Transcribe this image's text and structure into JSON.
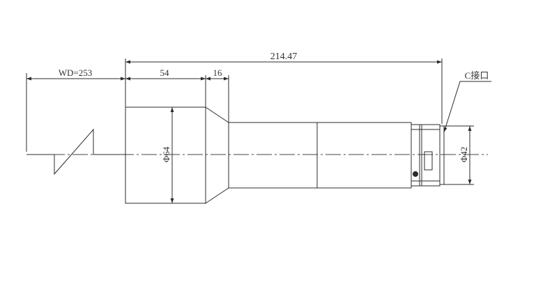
{
  "drawing": {
    "dimensions": {
      "overall_length": "214.47",
      "working_distance": "WD=253",
      "front_section_length": "54",
      "taper_length": "16",
      "front_diameter": "Φ64",
      "rear_diameter": "Φ42"
    },
    "callouts": {
      "mount_label": "C接口"
    },
    "colors": {
      "line": "#2b2b2b",
      "centerline": "#444444",
      "text": "#333333"
    }
  }
}
